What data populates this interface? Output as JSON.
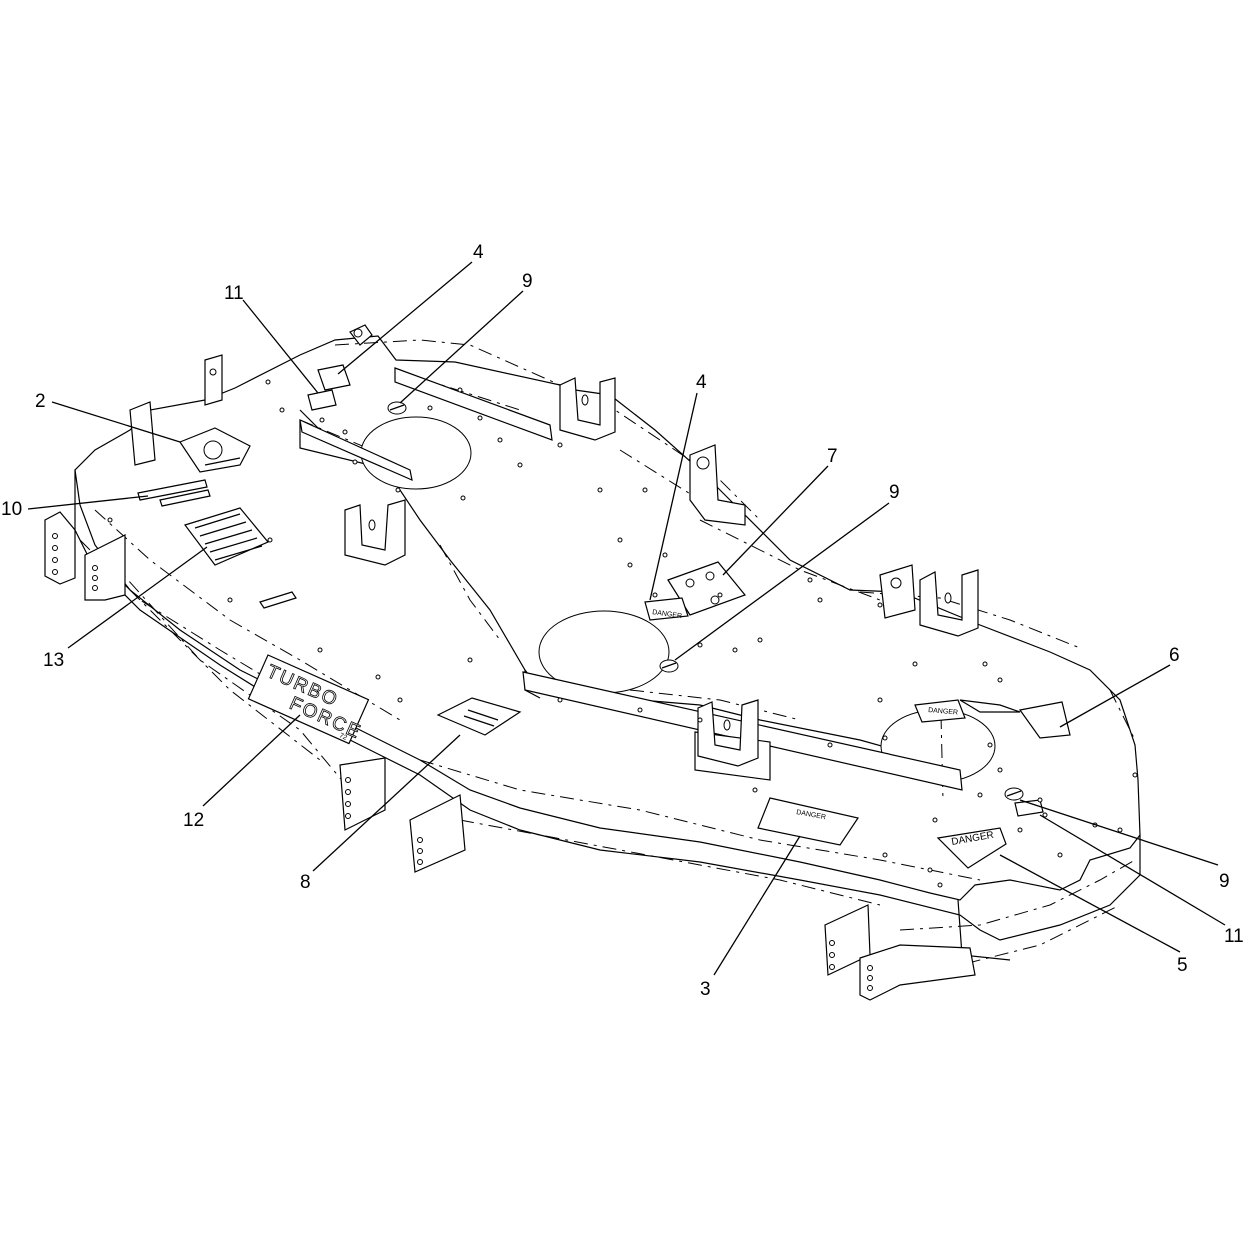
{
  "callouts": [
    {
      "label": "4"
    },
    {
      "label": "9"
    },
    {
      "label": "11"
    },
    {
      "label": "4"
    },
    {
      "label": "7"
    },
    {
      "label": "9"
    },
    {
      "label": "2"
    },
    {
      "label": "10"
    },
    {
      "label": "13"
    },
    {
      "label": "6"
    },
    {
      "label": "12"
    },
    {
      "label": "8"
    },
    {
      "label": "3"
    },
    {
      "label": "9"
    },
    {
      "label": "11"
    },
    {
      "label": "5"
    }
  ],
  "decals": {
    "brand_line1": "TURBO",
    "brand_line2": "FORCE",
    "brand_model": "72",
    "danger_big": "DANGER",
    "danger_small": "DANGER"
  }
}
